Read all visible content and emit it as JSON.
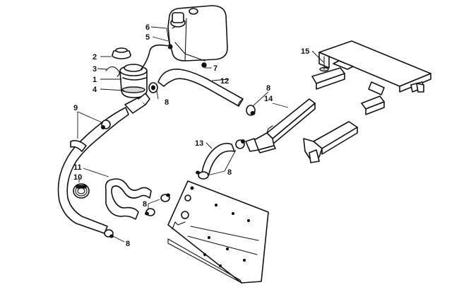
{
  "diagram": {
    "callouts": {
      "c1": "1",
      "c2": "2",
      "c3": "3",
      "c4": "4",
      "c5": "5",
      "c6": "6",
      "c7": "7",
      "c8a": "8",
      "c8b": "8",
      "c8c": "8",
      "c8d": "8",
      "c8e": "8",
      "c9": "9",
      "c10": "10",
      "c11": "11",
      "c12": "12",
      "c13": "13",
      "c14": "14",
      "c15": "15"
    }
  }
}
